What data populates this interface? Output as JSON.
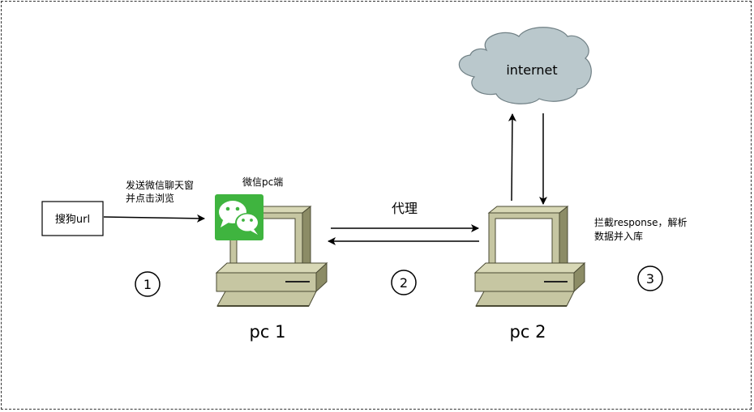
{
  "nodes": {
    "sogou": {
      "label": "搜狗url"
    },
    "internet": {
      "label": "internet"
    },
    "pc1": {
      "label": "pc 1"
    },
    "pc2": {
      "label": "pc 2"
    },
    "wechat_client": {
      "label": "微信pc端",
      "icon": "wechat-icon"
    }
  },
  "annotations": {
    "send_line1": "发送微信聊天窗",
    "send_line2": "并点击浏览",
    "proxy": "代理",
    "intercept_line1": "拦截response，解析",
    "intercept_line2": "数据并入库"
  },
  "steps": [
    {
      "label": "1"
    },
    {
      "label": "2"
    },
    {
      "label": "3"
    }
  ],
  "colors": {
    "cloud": "#bac8cc",
    "wechat_green": "#3fb43f",
    "monitor_body": "#c6c6a2",
    "monitor_shadow": "#8c8c66"
  }
}
